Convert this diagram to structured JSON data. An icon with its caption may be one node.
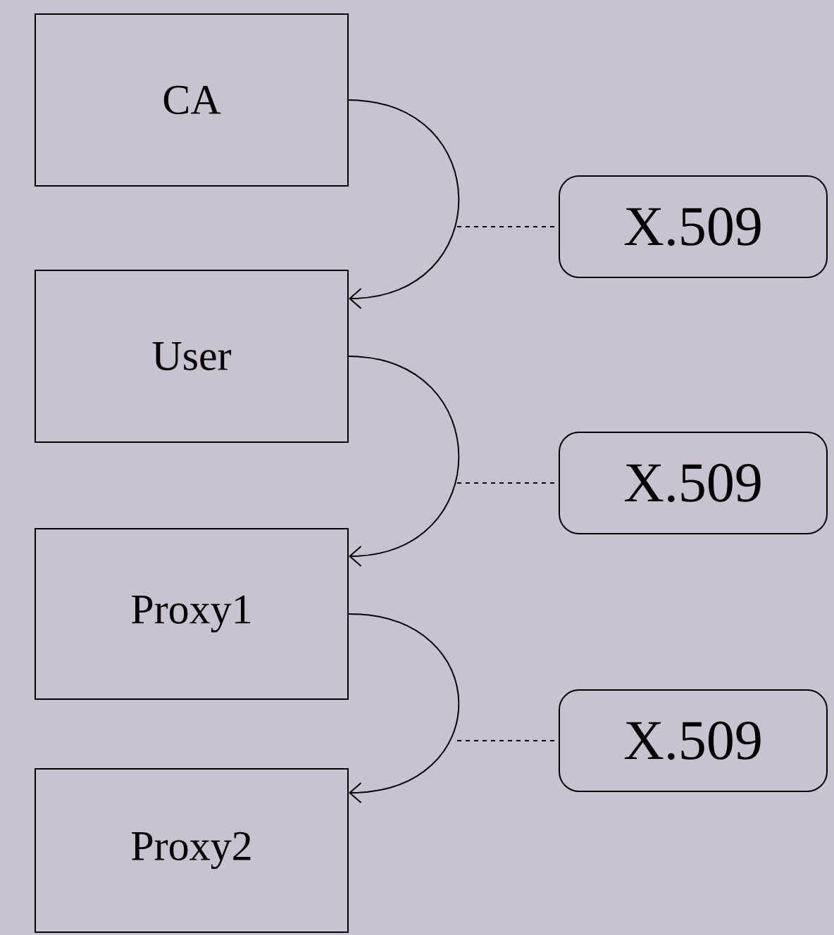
{
  "diagram": {
    "nodes": [
      {
        "text": [
          "CA"
        ]
      },
      {
        "text": [
          "User"
        ]
      },
      {
        "text": [
          "Proxy1"
        ]
      },
      {
        "text": [
          "Proxy2"
        ]
      },
      {
        "text": [
          "X.509"
        ]
      },
      {
        "text": [
          "X.509"
        ]
      },
      {
        "text": [
          "X.509"
        ]
      }
    ],
    "edges": [
      {
        "from": 0,
        "to": 1,
        "arrow": "to"
      },
      {
        "from": 1,
        "to": 2,
        "arrow": "to"
      },
      {
        "from": 2,
        "to": 3,
        "arrow": "to"
      },
      {
        "from": null,
        "to": 4,
        "arrow": "none",
        "style": "dashed"
      },
      {
        "from": null,
        "to": 5,
        "arrow": "none",
        "style": "dashed"
      },
      {
        "from": null,
        "to": 6,
        "arrow": "none",
        "style": "dashed"
      }
    ]
  }
}
